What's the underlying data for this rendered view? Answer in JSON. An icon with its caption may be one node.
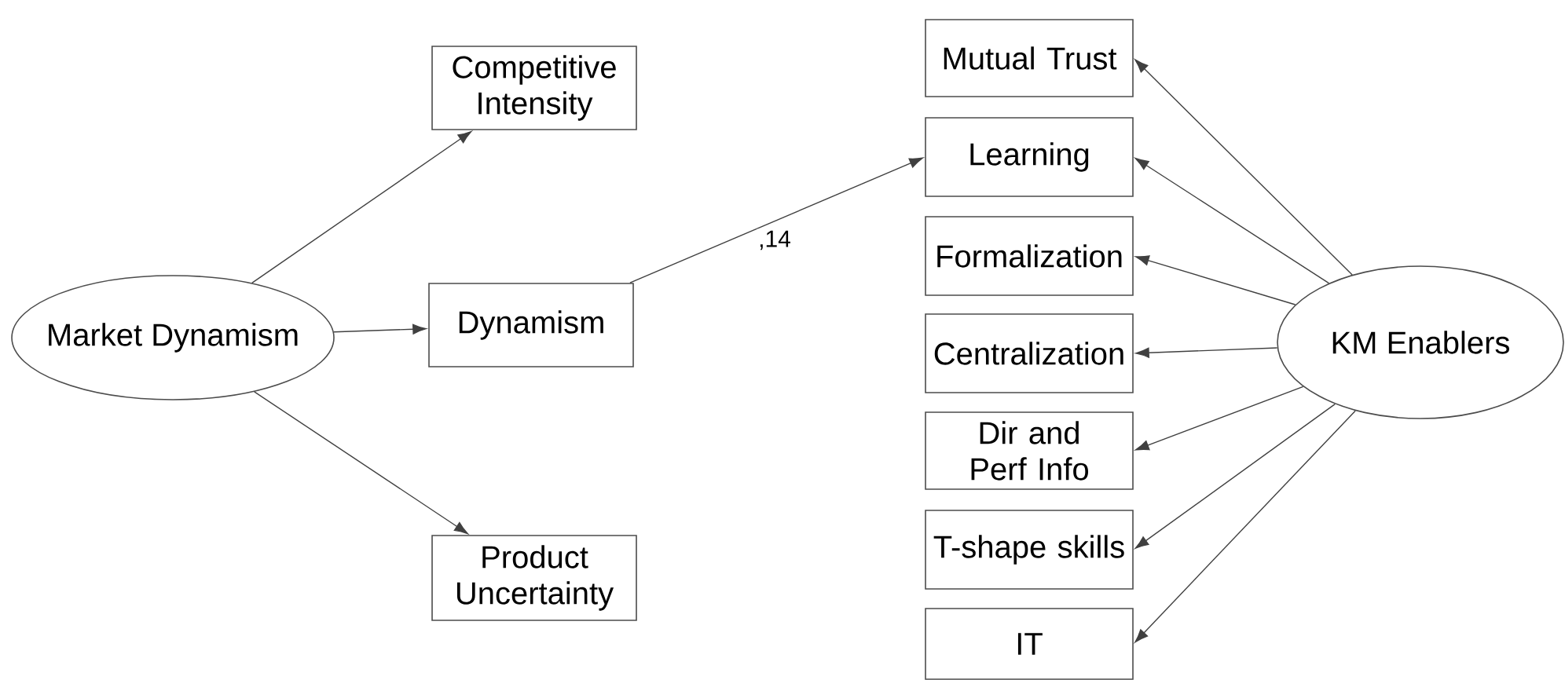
{
  "diagram": {
    "nodes": [
      {
        "text": [
          "Market Dynamism"
        ]
      },
      {
        "text": [
          "Competitive Intensity"
        ]
      },
      {
        "text": [
          "Dynamism"
        ]
      },
      {
        "text": [
          "Product Uncertainty"
        ]
      },
      {
        "text": [
          "Mutual Trust"
        ]
      },
      {
        "text": [
          "Learning"
        ]
      },
      {
        "text": [
          "Formalization"
        ]
      },
      {
        "text": [
          "Centralization"
        ]
      },
      {
        "text": [
          "Dir and Perf Info"
        ]
      },
      {
        "text": [
          "T-shape skills"
        ]
      },
      {
        "text": [
          "IT"
        ]
      },
      {
        "text": [
          "KM Enablers"
        ]
      }
    ],
    "edges": [
      {
        "from": 0,
        "to": 1,
        "arrow": "to"
      },
      {
        "from": 0,
        "to": 2,
        "arrow": "to"
      },
      {
        "from": 0,
        "to": 3,
        "arrow": "to"
      },
      {
        "from": 2,
        "to": 5,
        "arrow": "to",
        "label": ",14"
      },
      {
        "from": 11,
        "to": 4,
        "arrow": "to"
      },
      {
        "from": 11,
        "to": 5,
        "arrow": "to"
      },
      {
        "from": 11,
        "to": 6,
        "arrow": "to"
      },
      {
        "from": 11,
        "to": 7,
        "arrow": "to"
      },
      {
        "from": 11,
        "to": 8,
        "arrow": "to"
      },
      {
        "from": 11,
        "to": 9,
        "arrow": "to"
      },
      {
        "from": 11,
        "to": 10,
        "arrow": "to"
      }
    ]
  }
}
